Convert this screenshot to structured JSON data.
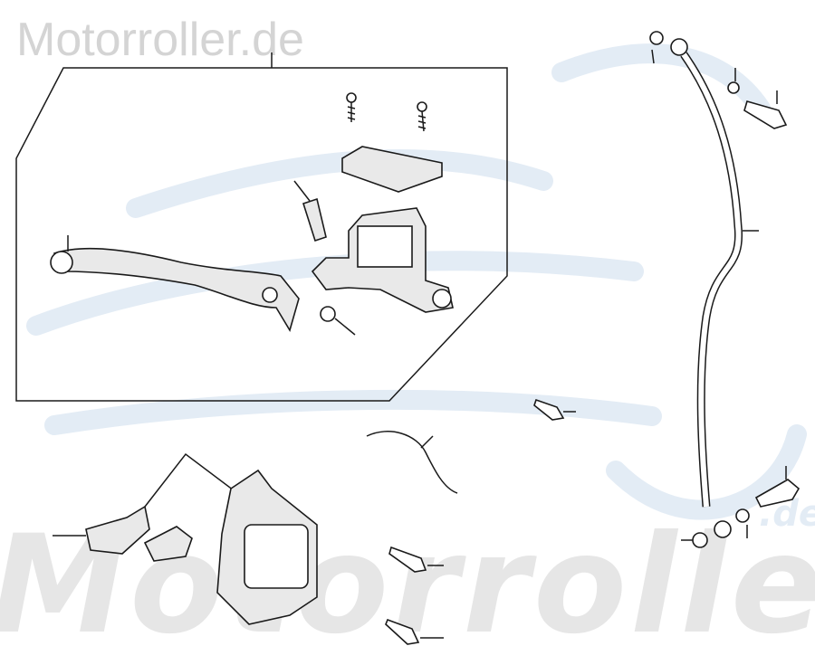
{
  "watermark": {
    "top_text": "Motorroller.de",
    "bottom_text": "Motorroller",
    "bottom_suffix": ".de"
  },
  "colors": {
    "watermark_gray": "#d4d4d4",
    "swoosh_blue": "#e3ecf5",
    "line": "#1a1a1a"
  }
}
